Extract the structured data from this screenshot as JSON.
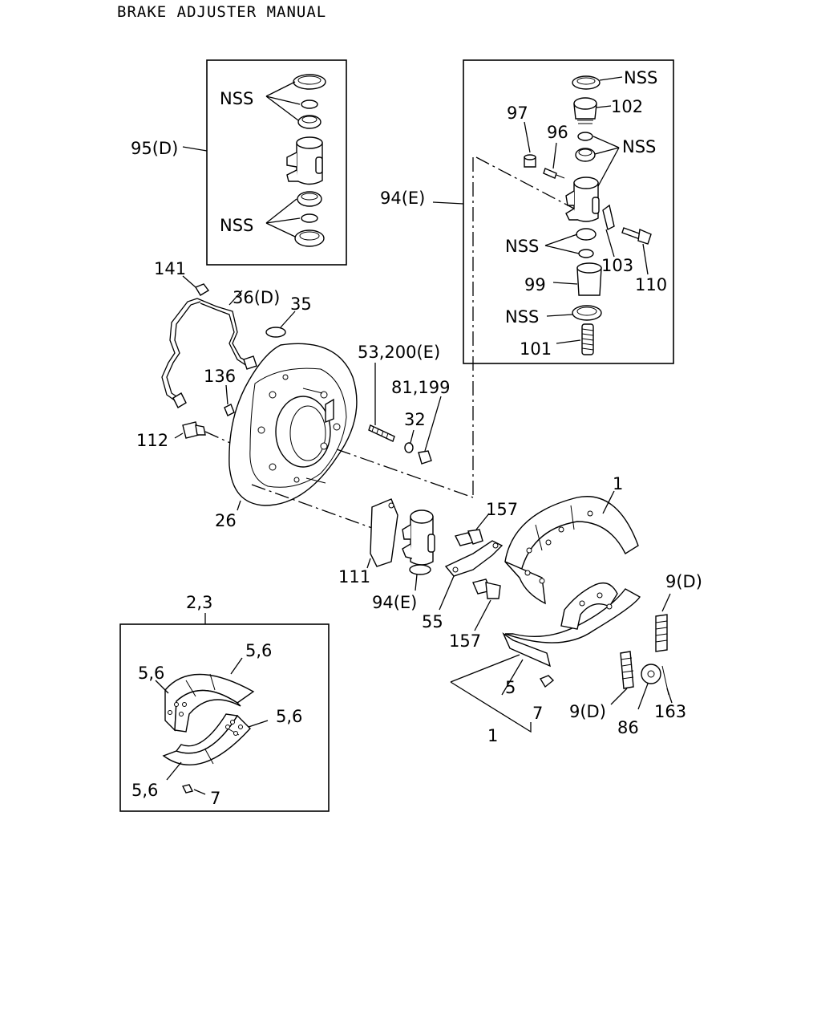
{
  "title": "BRAKE ADJUSTER MANUAL",
  "labels": {
    "nss": "NSS",
    "p95d": "95(D)",
    "p94e": "94(E)",
    "p97": "97",
    "p96": "96",
    "p102": "102",
    "p103": "103",
    "p110": "110",
    "p99": "99",
    "p101": "101",
    "p141": "141",
    "p36d": "36(D)",
    "p35": "35",
    "p136": "136",
    "p112": "112",
    "p26": "26",
    "p53_200e": "53,200(E)",
    "p81_199": "81,199",
    "p32": "32",
    "p157": "157",
    "p1": "1",
    "p111": "111",
    "p55": "55",
    "p9d": "9(D)",
    "p5": "5",
    "p7": "7",
    "p86": "86",
    "p163": "163",
    "p2_3": "2,3",
    "p5_6": "5,6"
  }
}
